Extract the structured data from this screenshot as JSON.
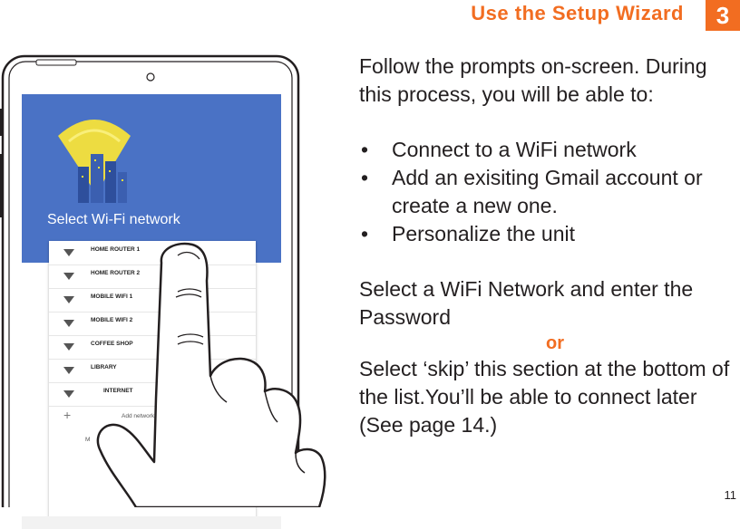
{
  "header": {
    "title": "Use the Setup Wizard",
    "step": "3"
  },
  "intro": "Follow the prompts on-screen. During this process, you will be able to:",
  "bullets": [
    "Connect to a WiFi network",
    "Add an exisiting Gmail account or create a new one.",
    "Personalize the unit"
  ],
  "option1": "Select a WiFi Network and enter the Password",
  "or_label": "or",
  "option2": "Select ‘skip’ this section at the bottom of the list.You’ll be able to connect later (See page 14.)",
  "page_number": "11",
  "screen": {
    "title": "Select Wi-Fi network",
    "networks": [
      "HOME ROUTER 1",
      "HOME ROUTER 2",
      "MOBILE WIFI 1",
      "MOBILE WIFI 2",
      "COFFEE SHOP",
      "LIBRARY",
      "INTERNET"
    ],
    "add_network": "Add network",
    "more": "M"
  },
  "colors": {
    "accent": "#f26d21",
    "screen_header": "#4a72c5",
    "beam": "#f6e23a"
  }
}
